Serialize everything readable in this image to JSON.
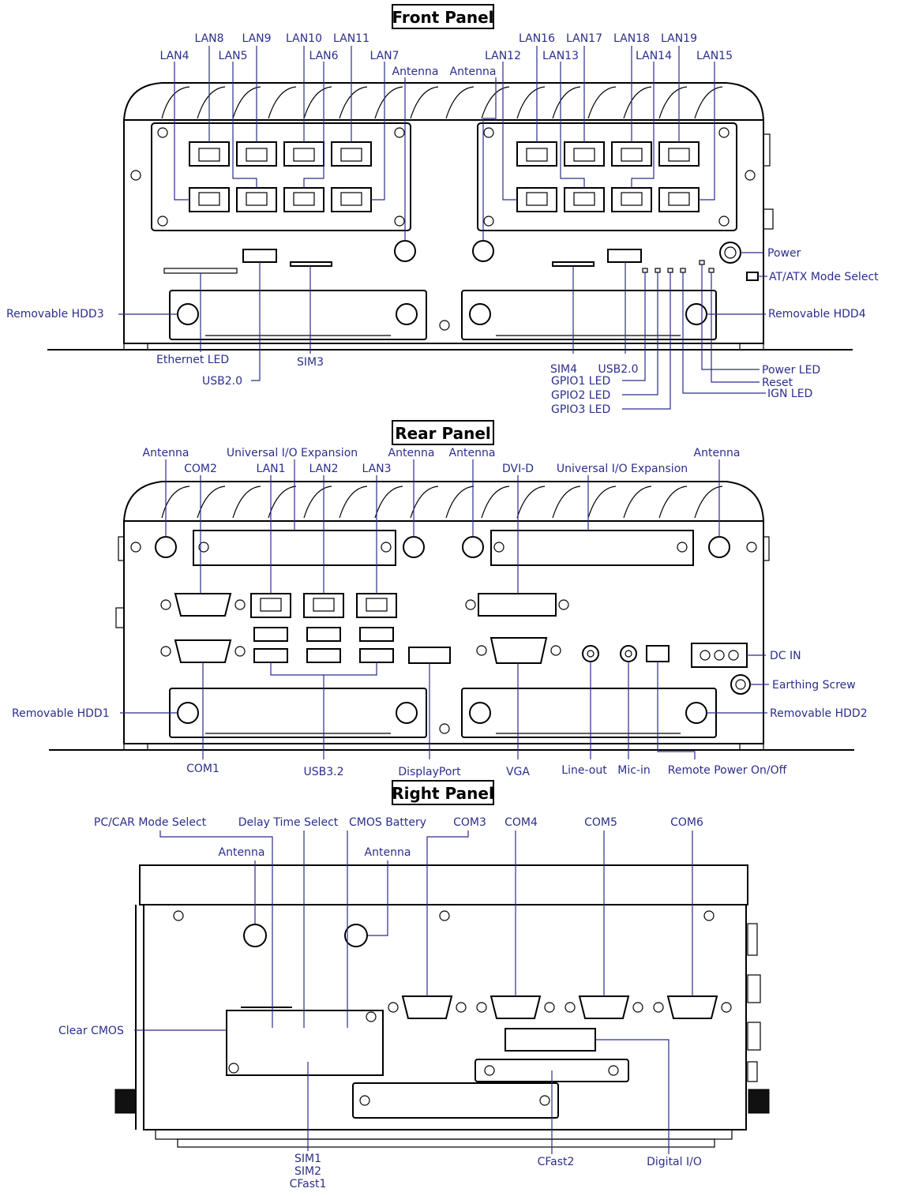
{
  "panels": {
    "front": {
      "title": "Front Panel",
      "labels": {
        "lan4": "LAN4",
        "lan8": "LAN8",
        "lan5": "LAN5",
        "lan9": "LAN9",
        "lan10": "LAN10",
        "lan6": "LAN6",
        "lan11": "LAN11",
        "lan7": "LAN7",
        "antenna_a": "Antenna",
        "antenna_b": "Antenna",
        "lan12": "LAN12",
        "lan16": "LAN16",
        "lan13": "LAN13",
        "lan17": "LAN17",
        "lan18": "LAN18",
        "lan14": "LAN14",
        "lan19": "LAN19",
        "lan15": "LAN15",
        "power": "Power",
        "atatx": "AT/ATX Mode Select",
        "hdd3": "Removable HDD3",
        "hdd4": "Removable HDD4",
        "ethernet_led": "Ethernet LED",
        "usb20_left": "USB2.0",
        "sim3": "SIM3",
        "sim4": "SIM4",
        "usb20_right": "USB2.0",
        "gpio1": "GPIO1 LED",
        "gpio2": "GPIO2 LED",
        "gpio3": "GPIO3 LED",
        "power_led": "Power LED",
        "reset": "Reset",
        "ign_led": "IGN LED"
      }
    },
    "rear": {
      "title": "Rear Panel",
      "labels": {
        "antenna_1": "Antenna",
        "com2": "COM2",
        "uio_1": "Universal I/O Expansion",
        "lan1": "LAN1",
        "lan2": "LAN2",
        "lan3": "LAN3",
        "antenna_2": "Antenna",
        "antenna_3": "Antenna",
        "dvid": "DVI-D",
        "uio_2": "Universal I/O Expansion",
        "antenna_4": "Antenna",
        "dcin": "DC IN",
        "earthing": "Earthing Screw",
        "hdd1": "Removable HDD1",
        "hdd2": "Removable HDD2",
        "com1": "COM1",
        "usb32": "USB3.2",
        "displayport": "DisplayPort",
        "vga": "VGA",
        "lineout": "Line-out",
        "micin": "Mic-in",
        "remote": "Remote Power On/Off"
      }
    },
    "right": {
      "title": "Right Panel",
      "labels": {
        "pccar": "PC/CAR Mode Select",
        "delay": "Delay Time Select",
        "cmos_batt": "CMOS Battery",
        "com3": "COM3",
        "com4": "COM4",
        "com5": "COM5",
        "com6": "COM6",
        "antenna_1": "Antenna",
        "antenna_2": "Antenna",
        "clear_cmos": "Clear CMOS",
        "sim1": "SIM1",
        "sim2": "SIM2",
        "cfast1": "CFast1",
        "cfast2": "CFast2",
        "digital_io": "Digital I/O"
      }
    }
  }
}
